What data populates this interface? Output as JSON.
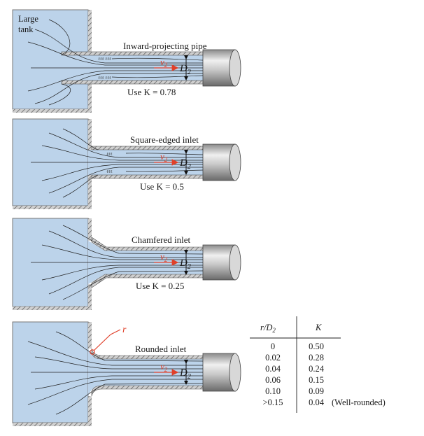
{
  "panels": [
    {
      "title": "Inward-projecting pipe",
      "use_text": "Use K = 0.78",
      "tank_label": [
        "Large",
        "tank"
      ]
    },
    {
      "title": "Square-edged inlet",
      "use_text": "Use K = 0.5"
    },
    {
      "title": "Chamfered inlet",
      "use_text": "Use K = 0.25"
    },
    {
      "title": "Rounded inlet",
      "r_label": "r"
    }
  ],
  "velocity_label": "v",
  "velocity_sub": "2",
  "diameter_label": "D",
  "diameter_sub": "2",
  "table": {
    "headers": [
      "r/D",
      "K"
    ],
    "header_sub": "2",
    "rows": [
      {
        "r": "0",
        "k": "0.50",
        "note": ""
      },
      {
        "r": "0.02",
        "k": "0.28",
        "note": ""
      },
      {
        "r": "0.04",
        "k": "0.24",
        "note": ""
      },
      {
        "r": "0.06",
        "k": "0.15",
        "note": ""
      },
      {
        "r": "0.10",
        "k": "0.09",
        "note": ""
      },
      {
        "r": ">0.15",
        "k": "0.04",
        "note": "(Well-rounded)"
      }
    ]
  },
  "colors": {
    "fluid": "#bcd3ea",
    "arrow": "#e0402a",
    "wall": "#6b6b6b"
  }
}
